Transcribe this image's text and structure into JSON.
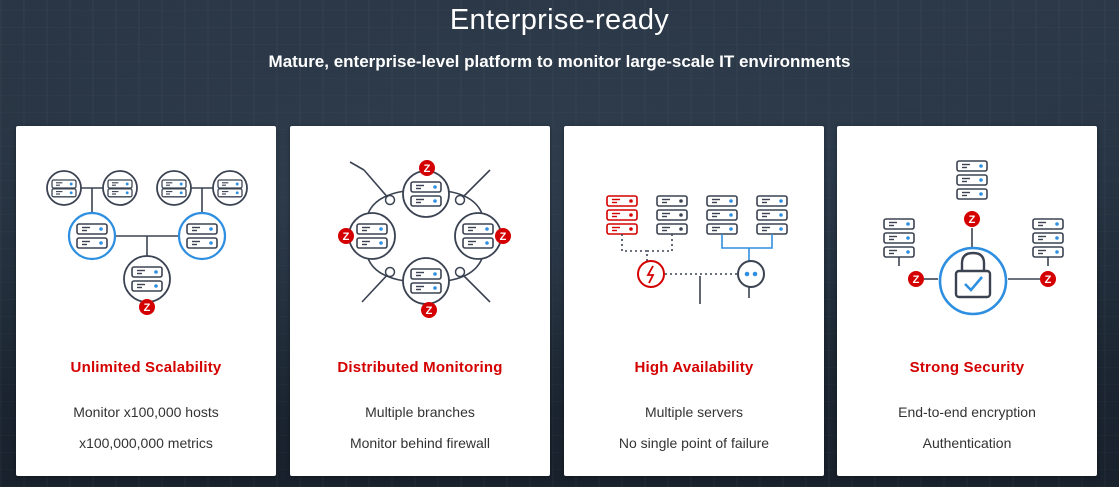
{
  "header": {
    "title": "Enterprise-ready",
    "subtitle": "Mature, enterprise-level platform to monitor large-scale IT environments"
  },
  "colors": {
    "accent_red": "#d40000",
    "accent_blue": "#2e8fe0",
    "icon_dark": "#3b4352",
    "text": "#333333"
  },
  "cards": [
    {
      "title": "Unlimited Scalability",
      "icon": "server-tree-icon",
      "lines": [
        "Monitor x100,000 hosts",
        "x100,000,000 metrics"
      ]
    },
    {
      "title": "Distributed Monitoring",
      "icon": "distributed-network-icon",
      "lines": [
        "Multiple branches",
        "Monitor behind firewall"
      ]
    },
    {
      "title": "High Availability",
      "icon": "failover-cluster-icon",
      "lines": [
        "Multiple servers",
        "No single point of failure"
      ]
    },
    {
      "title": "Strong Security",
      "icon": "secure-lock-icon",
      "lines": [
        "End-to-end encryption",
        "Authentication"
      ]
    }
  ]
}
